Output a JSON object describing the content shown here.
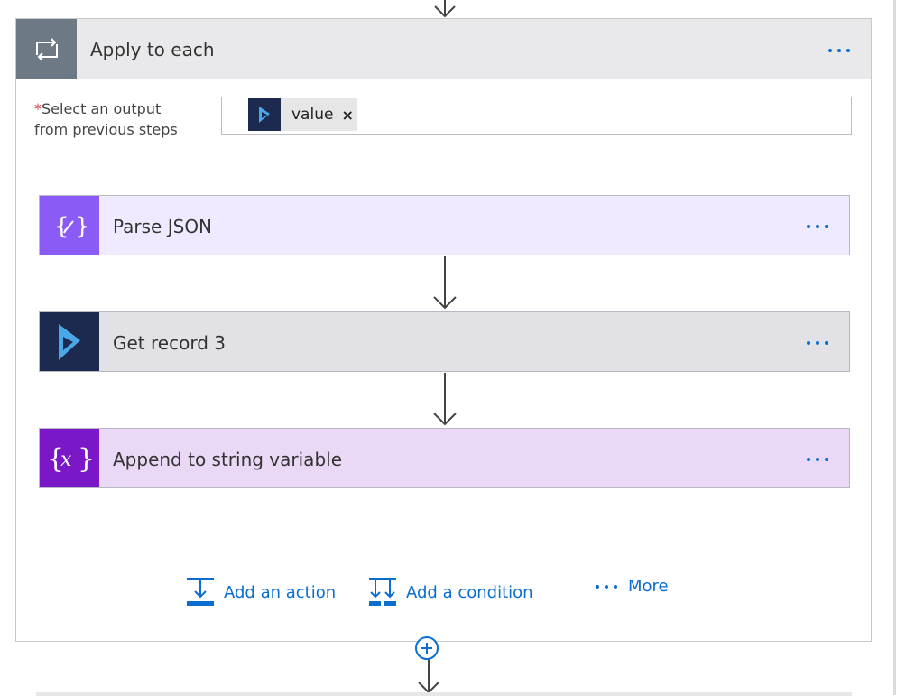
{
  "apply_to_each": {
    "title": "Apply to each",
    "required_marker": "*",
    "select_label_line1": "Select an output",
    "select_label_line2": "from previous steps",
    "token": {
      "text": "value",
      "remove_glyph": "×"
    }
  },
  "actions": [
    {
      "title": "Parse JSON",
      "icon": "parse-json-icon"
    },
    {
      "title": "Get record 3",
      "icon": "dynamics-icon"
    },
    {
      "title": "Append to string variable",
      "icon": "variable-icon"
    }
  ],
  "footer_links": {
    "add_action": "Add an action",
    "add_condition": "Add a condition",
    "more": "More"
  },
  "colors": {
    "accent": "#0a6ed1",
    "loop_icon_bg": "#6d7a85",
    "parse_json_bg": "#8a5cf5",
    "dynamics_bg": "#1b2a4e",
    "variable_bg": "#7a18c8"
  }
}
